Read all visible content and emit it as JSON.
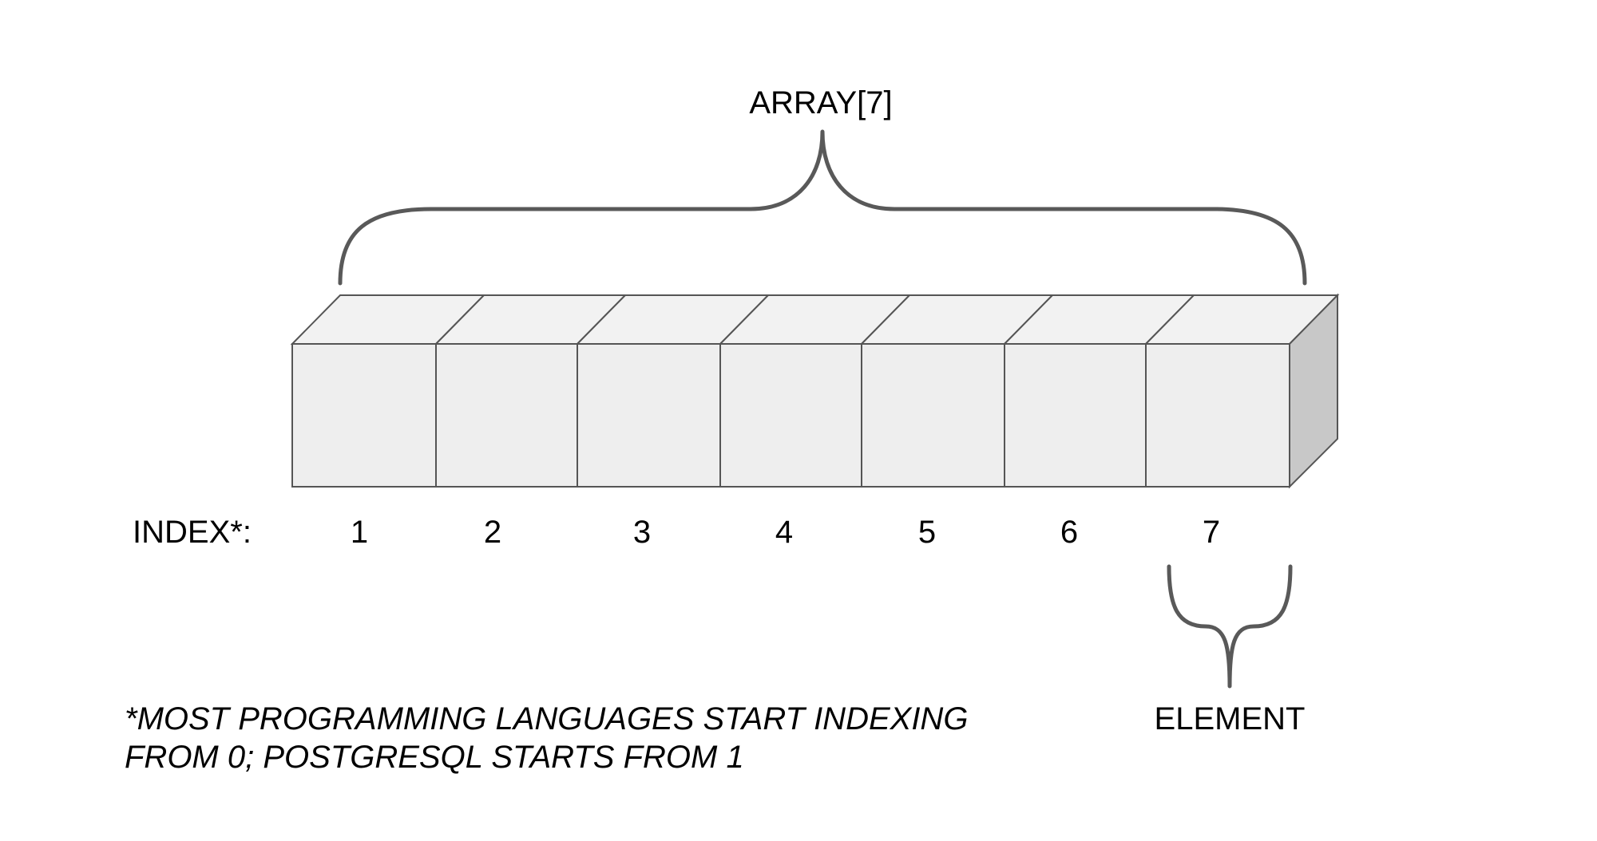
{
  "diagram": {
    "array_label": "ARRAY[7]",
    "index_label": "INDEX*:",
    "indices": [
      "1",
      "2",
      "3",
      "4",
      "5",
      "6",
      "7"
    ],
    "element_label": "ELEMENT",
    "footnote": {
      "line1": "*MOST PROGRAMMING LANGUAGES START INDEXING",
      "line2": "FROM 0; POSTGRESQL STARTS FROM 1"
    }
  }
}
